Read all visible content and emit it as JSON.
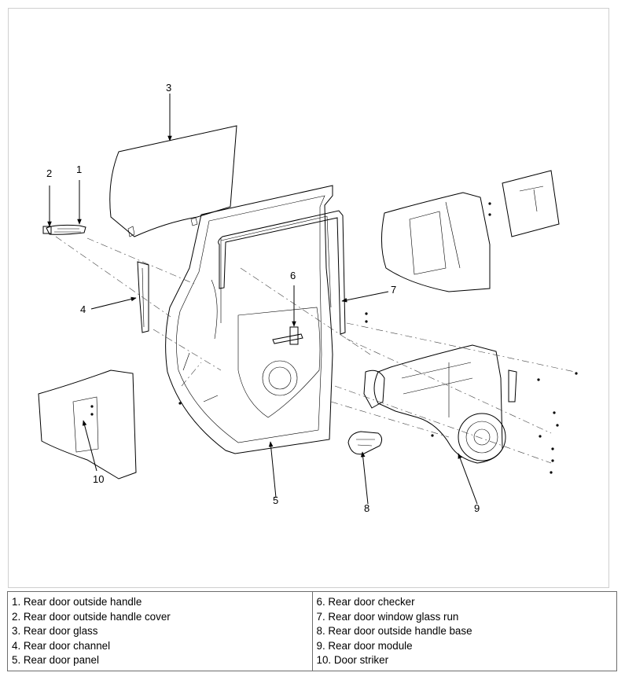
{
  "callouts": {
    "c1": "1",
    "c2": "2",
    "c3": "3",
    "c4": "4",
    "c5": "5",
    "c6": "6",
    "c7": "7",
    "c8": "8",
    "c9": "9",
    "c10": "10"
  },
  "legend": {
    "left": [
      "1. Rear door outside handle",
      "2. Rear door outside handle cover",
      "3. Rear door glass",
      "4. Rear door channel",
      "5. Rear door panel"
    ],
    "right": [
      "6. Rear door checker",
      "7. Rear door window glass run",
      "8. Rear door outside handle base",
      "9. Rear door module",
      "10. Door striker"
    ]
  }
}
